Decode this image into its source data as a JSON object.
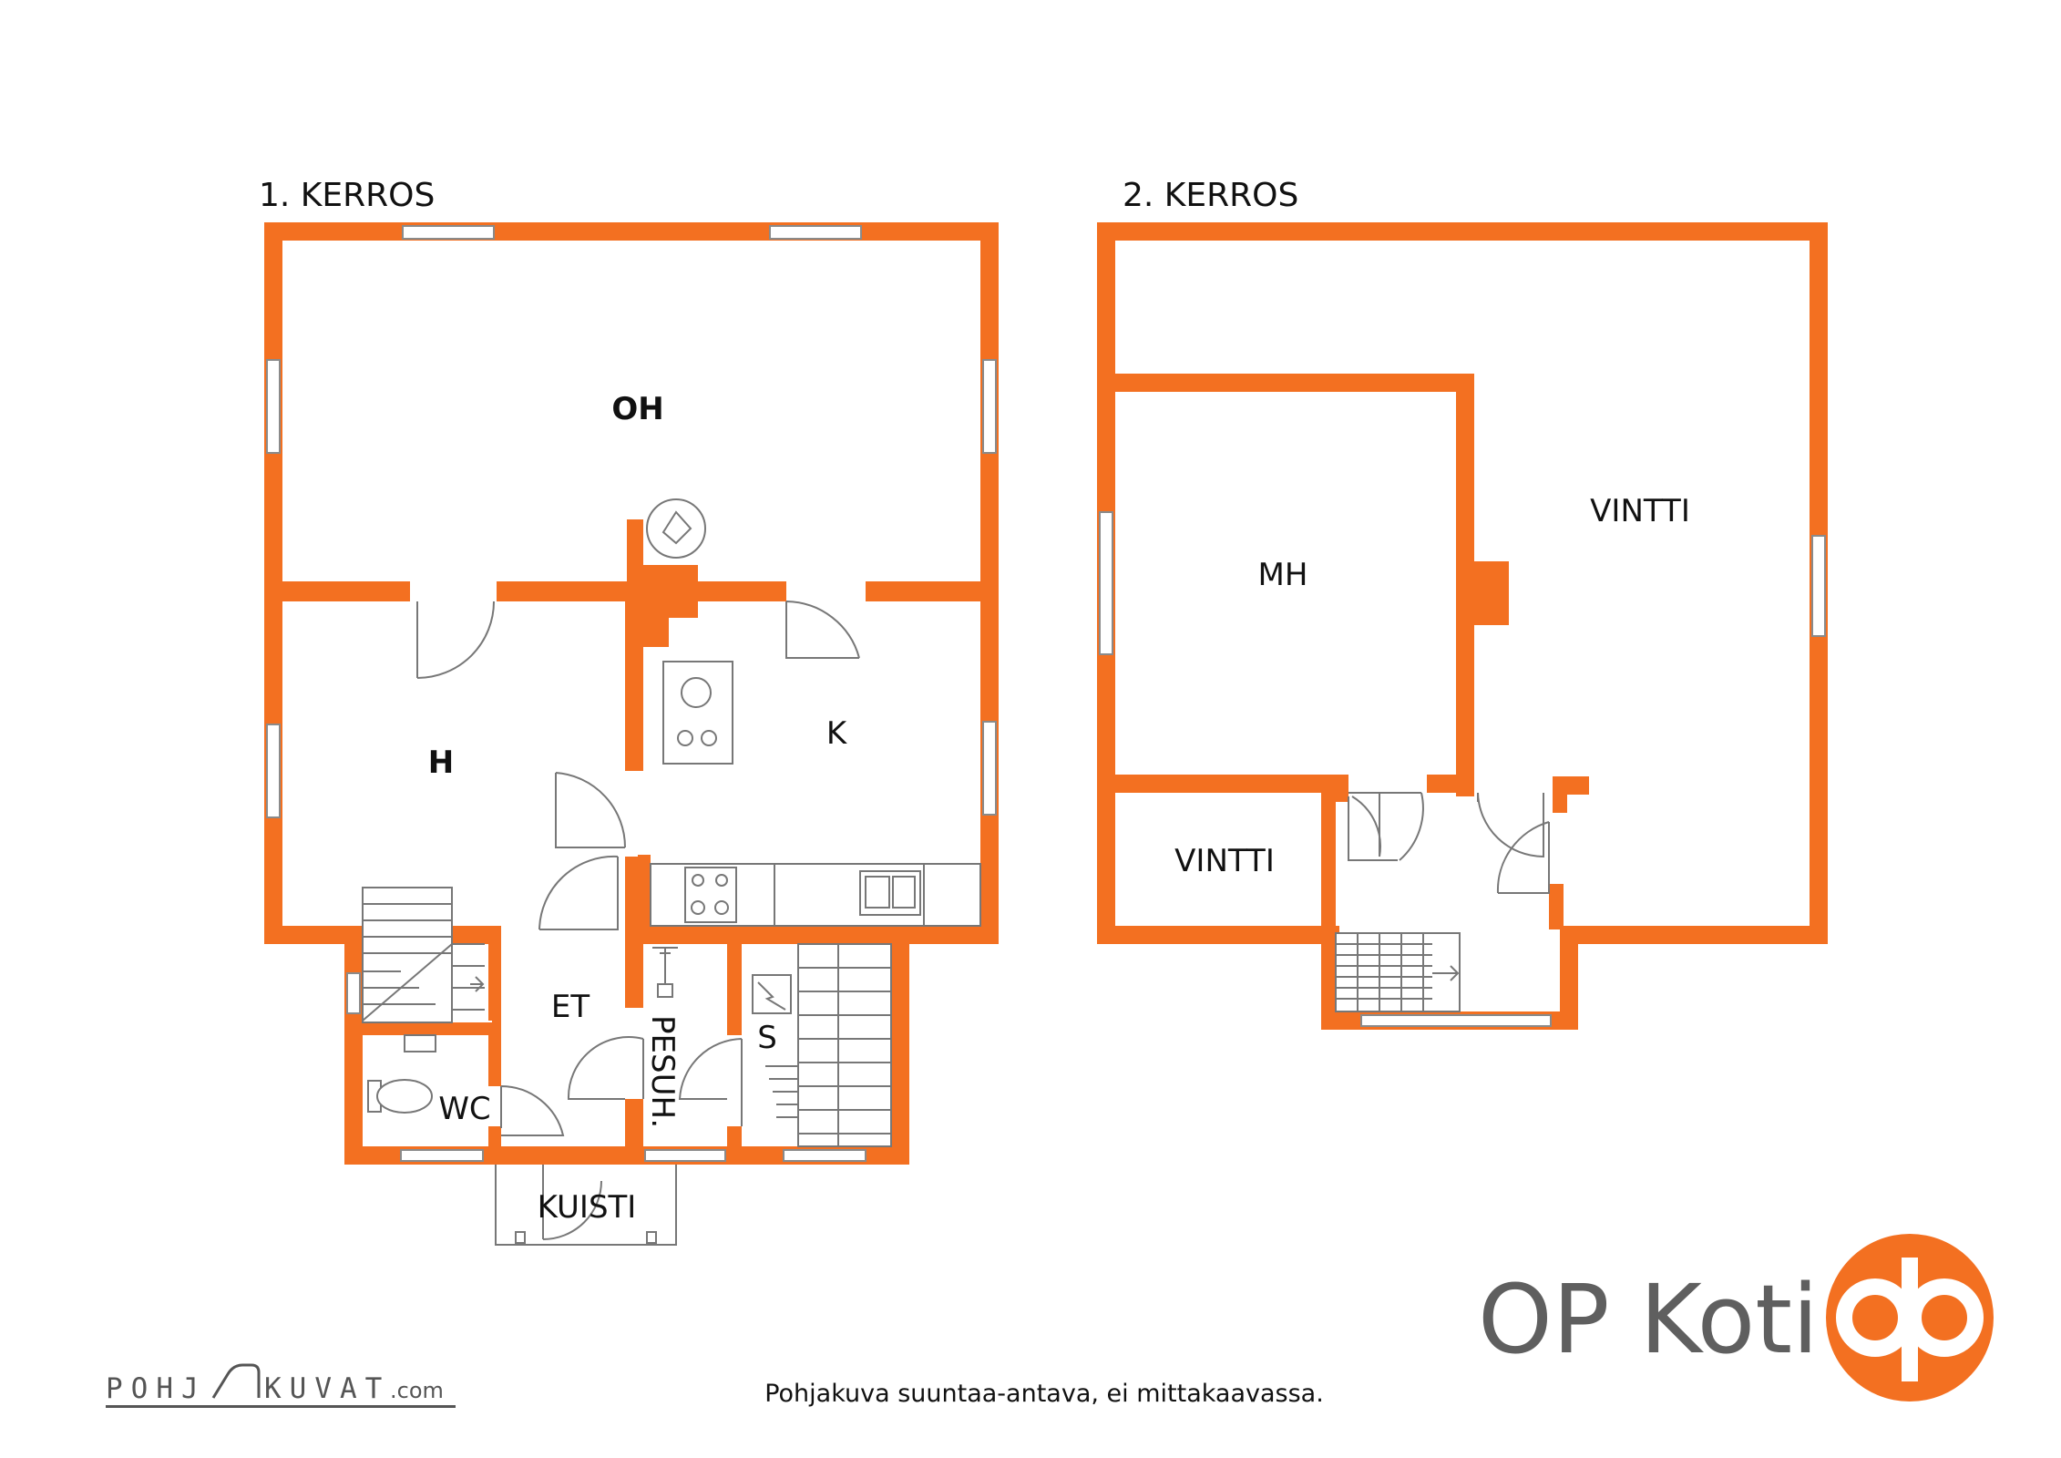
{
  "floors": {
    "first": {
      "title": "1. KERROS",
      "rooms": {
        "oh": "OH",
        "h": "H",
        "k": "K",
        "et": "ET",
        "pesuh": "PESUH.",
        "s": "S",
        "wc": "WC",
        "kuisti": "KUISTI"
      }
    },
    "second": {
      "title": "2. KERROS",
      "rooms": {
        "mh": "MH",
        "vintti_large": "VINTTI",
        "vintti_small": "VINTTI"
      }
    }
  },
  "footer": {
    "disclaimer": "Pohjakuva suuntaa-antava, ei mittakaavassa.",
    "pohjakuvat_left": "POHJ",
    "pohjakuvat_right": "KUVAT",
    "pohjakuvat_suffix": ".com"
  },
  "brand": {
    "name": "OP Koti",
    "accent": "#f37021",
    "text_color": "#5f5f5f"
  }
}
